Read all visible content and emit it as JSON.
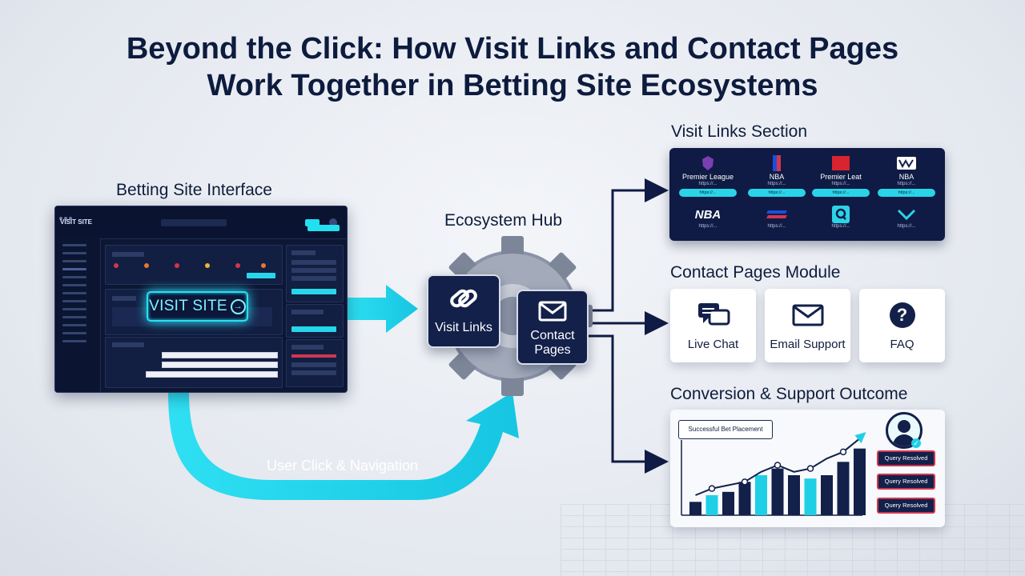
{
  "title_line1": "Beyond the Click: How Visit Links and Contact Pages",
  "title_line2": "Work Together in Betting Site Ecosystems",
  "labels": {
    "site": "Betting Site Interface",
    "hub": "Ecosystem Hub",
    "links": "Visit Links Section",
    "contact": "Contact Pages Module",
    "outcome": "Conversion & Support Outcome",
    "flow": "User Click & Navigation"
  },
  "site": {
    "logo": "VISIT SITE",
    "cta": "VISIT SITE"
  },
  "hub": {
    "visit_links": "Visit Links",
    "contact_line1": "Contact",
    "contact_line2": "Pages"
  },
  "links": [
    {
      "name": "Premier League",
      "url": "https://..."
    },
    {
      "name": "NBA",
      "url": "https://..."
    },
    {
      "name": "Premier Leat",
      "url": "https://..."
    },
    {
      "name": "NBA",
      "url": "https://..."
    },
    {
      "name": "NBA",
      "url": "https://..."
    },
    {
      "name": "",
      "url": "https://..."
    },
    {
      "name": "",
      "url": "https://..."
    },
    {
      "name": "",
      "url": "https://..."
    }
  ],
  "contact_cards": [
    {
      "label": "Live Chat",
      "icon": "chat-icon"
    },
    {
      "label": "Email Support",
      "icon": "envelope-icon"
    },
    {
      "label": "FAQ",
      "icon": "question-icon"
    }
  ],
  "outcome": {
    "success": "Successful Bet Placement",
    "badges": [
      "Query Resolved",
      "Query Resolved",
      "Query Resolved"
    ]
  },
  "chart_data": {
    "type": "bar",
    "title": "",
    "xlabel": "",
    "ylabel": "",
    "ylim": [
      0,
      12
    ],
    "series": [
      {
        "values": [
          2,
          3,
          3.5,
          5,
          6,
          7,
          6,
          5.5,
          6,
          8,
          10
        ],
        "colors": [
          "#13204a",
          "#1fcfe6",
          "#13204a",
          "#13204a",
          "#1fcfe6",
          "#13204a",
          "#13204a",
          "#1fcfe6",
          "#13204a",
          "#13204a",
          "#13204a"
        ]
      }
    ],
    "trend": [
      3,
      4,
      4.5,
      5,
      6.5,
      7.5,
      6.5,
      7,
      8.5,
      9.5,
      11.5
    ],
    "trend_color": "#1fcfe6"
  },
  "colors": {
    "navy": "#0f1b44",
    "cyan": "#27dff2",
    "background": "#e8ecf2"
  }
}
